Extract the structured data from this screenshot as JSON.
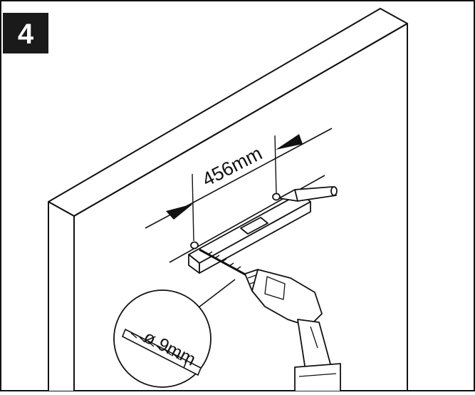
{
  "step": {
    "number": "4"
  },
  "dimensions": {
    "hole_spacing": "456mm",
    "drill_bit_diameter": "ø 9mm"
  },
  "colors": {
    "ink": "#111111",
    "step_badge": "#1a1a1a",
    "step_text": "#ffffff",
    "background": "#ffffff"
  },
  "icons": [
    "drill-icon",
    "spirit-level-icon",
    "pencil-icon",
    "drill-bit-icon"
  ]
}
